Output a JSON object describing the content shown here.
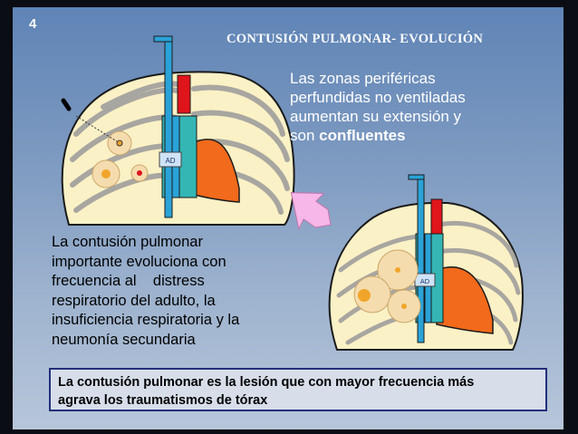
{
  "slide": {
    "number": "4",
    "title": "CONTUSIÓN PULMONAR- EVOLUCIÓN",
    "top_right_text": {
      "line1": "Las zonas periféricas",
      "line2": "perfundidas no ventiladas",
      "line3": "aumentan su extensión y",
      "line4_normal": "son ",
      "line4_bold": "confluentes"
    },
    "left_text": {
      "line1": "La contusión pulmonar",
      "line2": "importante evoluciona con",
      "line3": "frecuencia al    distress",
      "line4": "respiratorio del adulto, la",
      "line5": "insuficiencia respiratoria y la",
      "line6": "neumonía secundaria"
    },
    "bottom_box": {
      "line1": "La contusión pulmonar es la lesión que con mayor frecuencia más",
      "line2": "agrava los traumatismos de tórax"
    },
    "diagram_left": {
      "label": "AD"
    },
    "diagram_right": {
      "label": "AD"
    }
  },
  "colors": {
    "lung_fill": "#fbf1c6",
    "rib_gray": "#9a9a9a",
    "heart_orange": "#f26a1b",
    "vessel_red": "#e0141b",
    "atrium_teal": "#34b6b5",
    "trachea_blue": "#29a3d8",
    "arrow_pink": "#f7b7e8"
  }
}
